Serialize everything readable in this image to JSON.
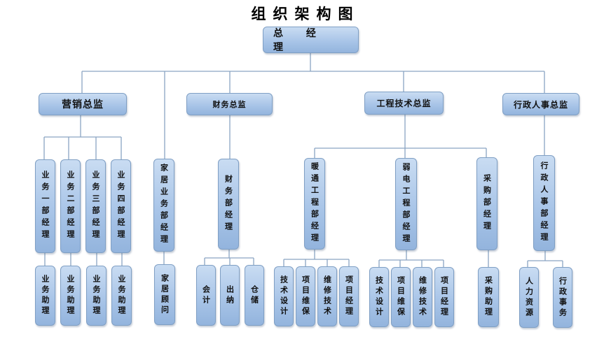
{
  "title": "组织架构图",
  "ceo": "总 经 理",
  "directors": {
    "marketing": "营销总监",
    "finance": "财务总监",
    "engineering": "工程技术总监",
    "admin": "行政人事总监"
  },
  "marketing": {
    "managers": [
      "业务一部经理",
      "业务二部经理",
      "业务三部经理",
      "业务四部经理"
    ],
    "assistants": [
      "业务助理",
      "业务助理",
      "业务助理",
      "业务助理"
    ]
  },
  "home": {
    "manager": "家居业务部经理",
    "advisor": "家居顾问"
  },
  "finance": {
    "manager": "财务部经理",
    "staff": [
      "会计",
      "出纳",
      "仓储"
    ]
  },
  "engineering": {
    "hvac": {
      "manager": "暖通工程部经理",
      "staff": [
        "技术设计",
        "项目维保",
        "维修技术",
        "项目经理"
      ]
    },
    "weak_current": {
      "manager": "弱电工程部经理",
      "staff": [
        "技术设计",
        "项目维保",
        "维修技术",
        "项目经理"
      ]
    },
    "purchasing": {
      "manager": "采购部经理",
      "assistant": "采购助理"
    }
  },
  "admin": {
    "manager": "行政人事部经理",
    "staff": [
      "人力资源",
      "行政事务"
    ]
  }
}
